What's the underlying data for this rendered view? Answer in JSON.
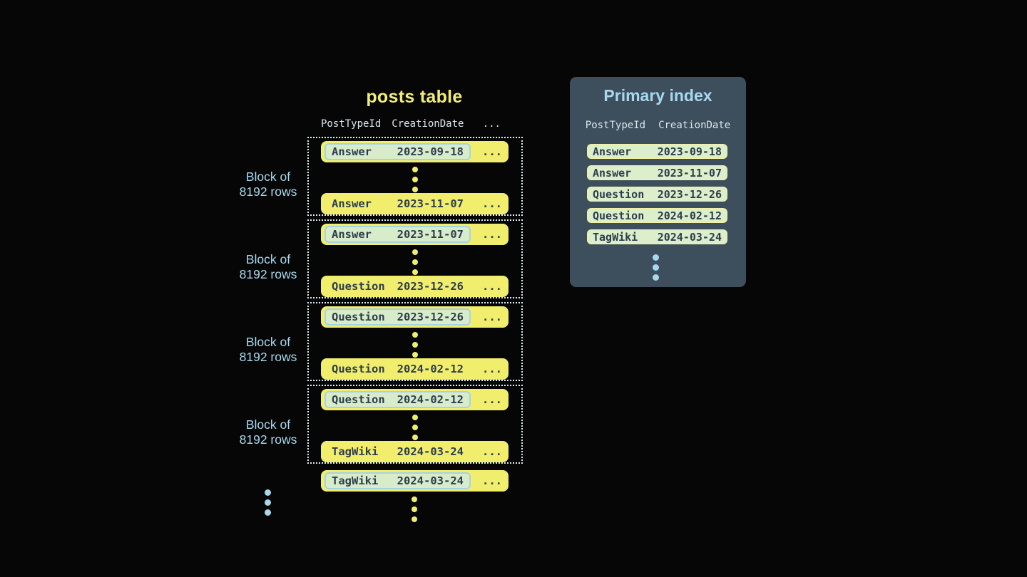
{
  "colors": {
    "background": "#060606",
    "row_yellow": "#f2ee6d",
    "title_yellow": "#f2ee75",
    "highlight_fill_green": "#d9ecca",
    "highlight_border_blue": "#a5d3e6",
    "index_row_fill_green": "#ddefca",
    "index_row_border_yellow": "#f2f0a0",
    "dark_row_text": "#2c3d4f",
    "light_blue_text": "#a8d8ee",
    "header_text": "#dce6ea",
    "panel_background": "#3d4f5d",
    "block_dotted_border": "#d9eef5"
  },
  "icons": {
    "vertical_ellipsis": "column of three round dots"
  },
  "posts_table": {
    "title": "posts table",
    "column_headers": [
      "PostTypeId",
      "CreationDate",
      "..."
    ],
    "block_label": {
      "line1": "Block of",
      "line2": "8192 rows"
    },
    "blocks": [
      {
        "first_row": {
          "type": "Answer",
          "date": "2023-09-18",
          "more": "..."
        },
        "last_row": {
          "type": "Answer",
          "date": "2023-11-07",
          "more": "..."
        }
      },
      {
        "first_row": {
          "type": "Answer",
          "date": "2023-11-07",
          "more": "..."
        },
        "last_row": {
          "type": "Question",
          "date": "2023-12-26",
          "more": "..."
        }
      },
      {
        "first_row": {
          "type": "Question",
          "date": "2023-12-26",
          "more": "..."
        },
        "last_row": {
          "type": "Question",
          "date": "2024-02-12",
          "more": "..."
        }
      },
      {
        "first_row": {
          "type": "Question",
          "date": "2024-02-12",
          "more": "..."
        },
        "last_row": {
          "type": "TagWiki",
          "date": "2024-03-24",
          "more": "..."
        }
      }
    ],
    "next_block_row": {
      "type": "TagWiki",
      "date": "2024-03-24",
      "more": "..."
    }
  },
  "primary_index": {
    "title": "Primary index",
    "column_headers": [
      "PostTypeId",
      "CreationDate"
    ],
    "rows": [
      {
        "type": "Answer",
        "date": "2023-09-18"
      },
      {
        "type": "Answer",
        "date": "2023-11-07"
      },
      {
        "type": "Question",
        "date": "2023-12-26"
      },
      {
        "type": "Question",
        "date": "2024-02-12"
      },
      {
        "type": "TagWiki",
        "date": "2024-03-24"
      }
    ]
  }
}
